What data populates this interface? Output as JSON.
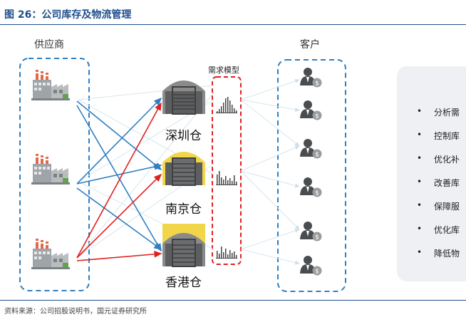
{
  "figure": {
    "title": "图 26：公司库存及物流管理",
    "source": "资料来源：公司招股说明书，国元证券研究所"
  },
  "labels": {
    "suppliers": "供应商",
    "customers": "客户",
    "demand_model": "需求模型"
  },
  "warehouses": [
    {
      "name": "深圳仓",
      "roof_color": "#8a8a8a"
    },
    {
      "name": "南京仓",
      "roof_color": "#f2d649"
    },
    {
      "name": "香港仓",
      "roof_color": "#f2d649"
    }
  ],
  "benefits": [
    "分析需",
    "控制库",
    "优化补",
    "改善库",
    "保障服",
    "优化库",
    "降低物"
  ],
  "colors": {
    "blue_arrow": "#2f7fc1",
    "red_arrow": "#e02020",
    "dashed_blue": "#2f7fc1",
    "dashed_red": "#e02020",
    "faint_line": "#d6e6ee"
  }
}
